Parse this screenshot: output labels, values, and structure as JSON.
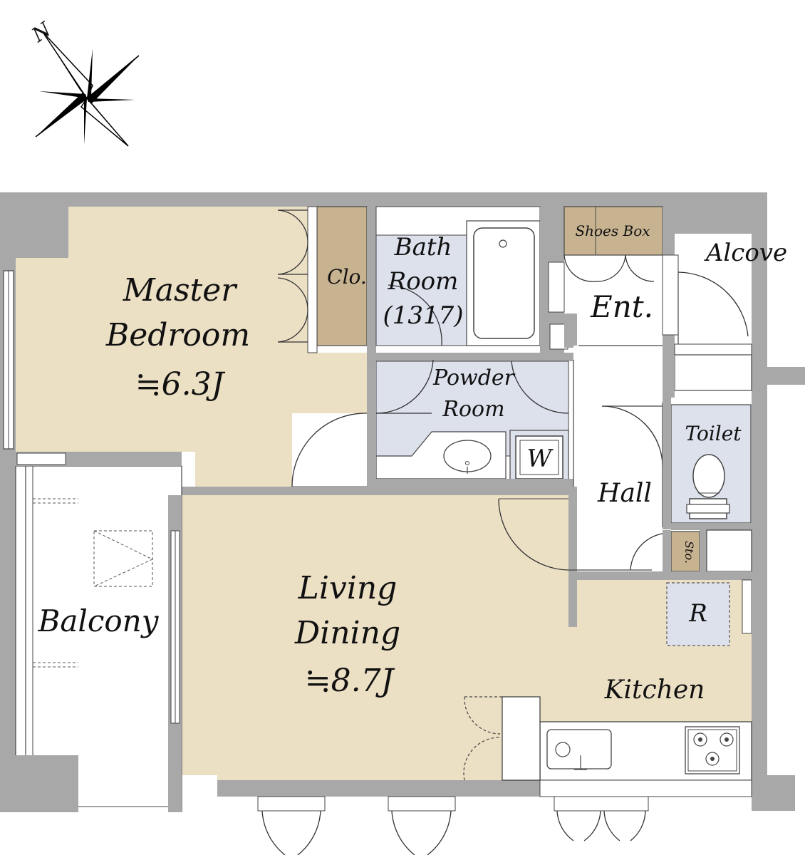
{
  "compass": {
    "north_label": "N"
  },
  "colors": {
    "wall": "#a8a8a8",
    "main_room": "#ebdfc4",
    "closet": "#c8b391",
    "wet_area": "#dde1ec",
    "white": "#ffffff"
  },
  "rooms": {
    "master_bedroom": {
      "line1": "Master",
      "line2": "Bedroom",
      "size": "≒6.3J"
    },
    "closet": {
      "label": "Clo."
    },
    "bathroom": {
      "line1": "Bath",
      "line2": "Room",
      "line3": "(1317)"
    },
    "powder_room": {
      "line1": "Powder",
      "line2": "Room"
    },
    "washer": {
      "label": "W"
    },
    "shoes_box": {
      "label": "Shoes Box"
    },
    "alcove": {
      "label": "Alcove"
    },
    "entrance": {
      "label": "Ent."
    },
    "hall": {
      "label": "Hall"
    },
    "toilet": {
      "label": "Toilet"
    },
    "storage": {
      "label": "Sto."
    },
    "refrigerator": {
      "label": "R"
    },
    "living_dining": {
      "line1": "Living",
      "line2": "Dining",
      "size": "≒8.7J"
    },
    "kitchen": {
      "label": "Kitchen"
    },
    "balcony": {
      "label": "Balcony"
    }
  }
}
